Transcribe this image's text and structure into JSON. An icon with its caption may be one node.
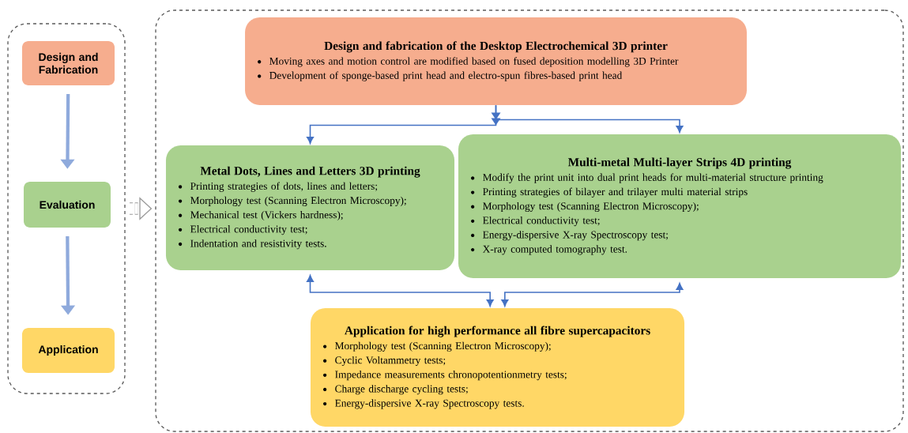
{
  "diagram": {
    "nodes": [
      {
        "text": [],
        "shape": "box"
      },
      {
        "text": [
          "Design and Fabrication"
        ],
        "in": 0
      },
      {
        "text": [
          "Evaluation"
        ],
        "in": 0
      },
      {
        "text": [
          "Application"
        ],
        "in": 0
      },
      {
        "text": [],
        "shape": "box"
      },
      {
        "text": [
          "Design and fabrication of the Desktop Electrochemical 3D printer",
          "Moving axes and motion control are modified based on fused deposition modelling 3D Printer",
          "Development of sponge-based print head and electro-spun fibres-based print head"
        ],
        "in": 4
      },
      {
        "text": [
          "Metal Dots, Lines and Letters 3D printing",
          "Printing strategies of dots, lines and letters;",
          "Morphology test (Scanning Electron Microscopy);",
          "Mechanical test (Vickers hardness);",
          "Electrical conductivity test;",
          "Indentation and resistivity tests."
        ],
        "in": 4
      },
      {
        "text": [
          "Multi-metal Multi-layer Strips 4D printing",
          "Modify the print unit into dual print heads for multi-material structure printing",
          "Printing strategies of bilayer and trilayer multi material strips",
          "Morphology test (Scanning Electron Microscopy);",
          "Electrical conductivity test;",
          "Energy-dispersive X-ray Spectroscopy test;",
          "X-ray computed tomography test."
        ],
        "in": 4
      },
      {
        "text": [
          "Application for high performance all fibre supercapacitors",
          "Morphology test (Scanning Electron Microscopy);",
          "Cyclic Voltammetry tests;",
          "Impedance measurements chronopotentionmetry tests;",
          "Charge discharge cycling tests;",
          "Energy-dispersive X-ray Spectroscopy tests."
        ],
        "in": 4
      }
    ],
    "edges": [
      {
        "from": 1,
        "to": 2,
        "arrow": "to",
        "style": "thick",
        "color": "#8faadc"
      },
      {
        "from": 2,
        "to": 3,
        "arrow": "to",
        "style": "thick",
        "color": "#8faadc"
      },
      {
        "from": 0,
        "to": 4,
        "arrow": "to",
        "style": "dashed",
        "color": "#9a9a9a"
      },
      {
        "from": 5,
        "to": 6,
        "arrow": "to"
      },
      {
        "from": 5,
        "to": 7,
        "arrow": "to"
      },
      {
        "from": 6,
        "to": 8,
        "arrow": "both"
      },
      {
        "from": 7,
        "to": 8,
        "arrow": "both"
      }
    ]
  }
}
